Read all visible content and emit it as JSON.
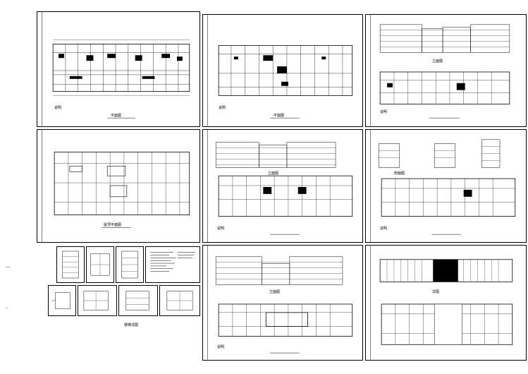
{
  "sheets": [
    {
      "id": "plan-1",
      "title": "平面图",
      "notes": "说明"
    },
    {
      "id": "plan-2",
      "title": "平面图",
      "notes": "说明"
    },
    {
      "id": "elev-plan-3",
      "title": "立面图",
      "notes": "说明"
    },
    {
      "id": "roof-plan",
      "title": "屋顶平面图",
      "notes": ""
    },
    {
      "id": "elev-plan-5",
      "title": "立面图",
      "notes": "说明"
    },
    {
      "id": "section-plan-6",
      "title": "剖面图",
      "notes": "说明"
    },
    {
      "id": "elev-plan-7",
      "title": "立面图",
      "notes": "说明"
    },
    {
      "id": "detail-plan-8",
      "title": "详图",
      "notes": ""
    }
  ],
  "small_group": {
    "caption": "楼梯详图",
    "left_labels": [
      "——",
      "—"
    ]
  }
}
